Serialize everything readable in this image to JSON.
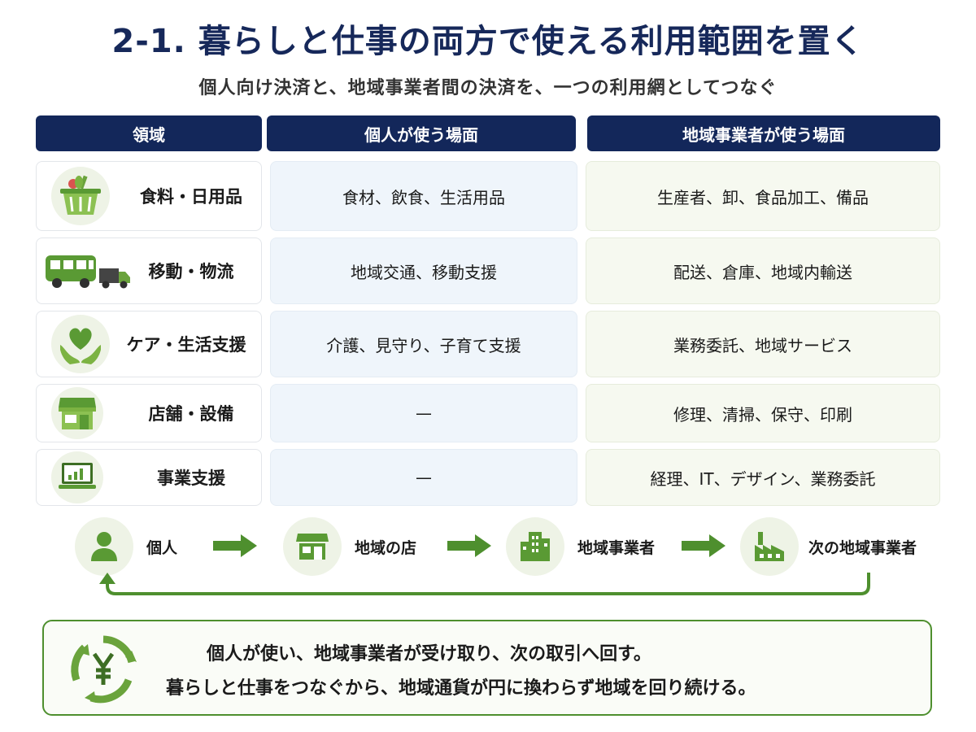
{
  "title": "2-1. 暮らしと仕事の両方で使える利用範囲を置く",
  "subtitle": "個人向け決済と、地域事業者間の決済を、一つの利用網としてつなぐ",
  "headers": [
    "領域",
    "個人が使う場面",
    "地域事業者が使う場面"
  ],
  "rows": [
    {
      "icon": "basket-icon",
      "domain": "食料・日用品",
      "personal": "食材、飲食、生活用品",
      "business": "生産者、卸、食品加工、備品"
    },
    {
      "icon": "bus-truck-icon",
      "domain": "移動・物流",
      "personal": "地域交通、移動支援",
      "business": "配送、倉庫、地域内輸送"
    },
    {
      "icon": "heart-hands-icon",
      "domain": "ケア・生活支援",
      "personal": "介護、見守り、子育て支援",
      "business": "業務委託、地域サービス"
    },
    {
      "icon": "storefront-icon",
      "domain": "店舗・設備",
      "personal": "—",
      "business": "修理、清掃、保守、印刷"
    },
    {
      "icon": "laptop-chart-icon",
      "domain": "事業支援",
      "personal": "—",
      "business": "経理、IT、デザイン、業務委託"
    }
  ],
  "flow": [
    {
      "icon": "person-icon",
      "label": "個人"
    },
    {
      "icon": "shop-icon",
      "label": "地域の店"
    },
    {
      "icon": "buildings-icon",
      "label": "地域事業者"
    },
    {
      "icon": "factory-icon",
      "label": "次の地域事業者"
    }
  ],
  "summary": {
    "icon": "yen-cycle-icon",
    "line1": "個人が使い、地域事業者が受け取り、次の取引へ回す。",
    "line2": "暮らしと仕事をつなぐから、地域通貨が円に換わらず地域を回り続ける。"
  },
  "colors": {
    "navy": "#13275a",
    "green": "#4e8f2e",
    "personal_bg": "#eff5fb",
    "business_bg": "#f6f9f0"
  }
}
